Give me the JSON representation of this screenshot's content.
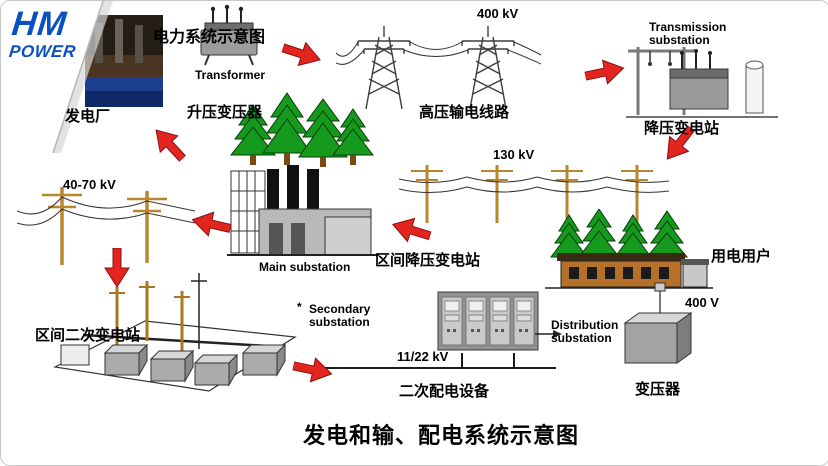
{
  "logo": {
    "hm": "HM",
    "power": "POWER"
  },
  "labels": {
    "power_plant": "发电厂",
    "system_schematic": "电力系统示意图",
    "transformer_en": "Transformer",
    "step_up_transformer": "升压变压器",
    "kv_400": "400 kV",
    "hv_transmission_lines": "高压输电线路",
    "transmission_substation_l1": "Transmission",
    "transmission_substation_l2": "substation",
    "step_down_substation": "降压变电站",
    "kv_130": "130 kV",
    "kv_40_70": "40-70 kV",
    "main_substation": "Main substation",
    "district_stepdown_substation": "区间降压变电站",
    "electricity_users": "用电用户",
    "v_400": "400 V",
    "asterisk": "*",
    "secondary_substation_l1": "Secondary",
    "secondary_substation_l2": "substation",
    "district_secondary_substation": "区间二次变电站",
    "kv_11_22": "11/22 kV",
    "secondary_distribution_equipment": "二次配电设备",
    "distribution_substation_l1": "Distribution",
    "distribution_substation_l2": "substation",
    "transformer_cn": "变压器"
  },
  "footer": {
    "title": "发电和输、配电系统示意图"
  },
  "colors": {
    "arrow_red": "#e2251f",
    "logo_blue": "#0b50c0",
    "tree_green": "#169a1d",
    "pole_brown": "#b8862b"
  }
}
